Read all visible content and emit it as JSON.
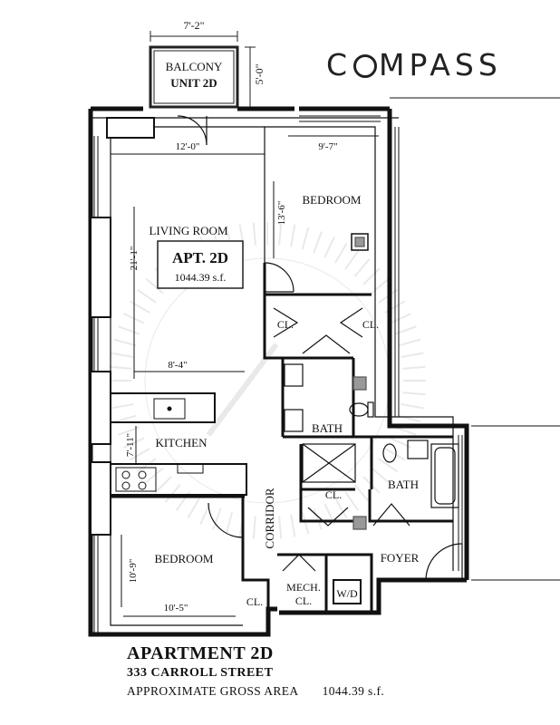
{
  "brand": {
    "logo_text_1": "C",
    "logo_text_2": "MPASS",
    "logo_full": "COMPASS"
  },
  "apartment_box": {
    "name": "APT. 2D",
    "area": "1044.39 s.f."
  },
  "balcony": {
    "line1": "BALCONY",
    "line2": "UNIT 2D",
    "width_dim": "7'-2\"",
    "depth_dim": "5'-0\""
  },
  "rooms": {
    "living_room": "LIVING ROOM",
    "bedroom_top": "BEDROOM",
    "kitchen": "KITCHEN",
    "bedroom_bottom": "BEDROOM",
    "bath_1": "BATH",
    "bath_2": "BATH",
    "corridor": "CORRIDOR",
    "foyer": "FOYER",
    "closet_1": "CL.",
    "closet_2": "CL.",
    "closet_3": "CL.",
    "closet_4": "CL.",
    "mech_line1": "MECH.",
    "mech_line2": "CL.",
    "washer_dryer": "W/D"
  },
  "dimensions": {
    "living_width": "12'-0\"",
    "living_depth": "21'-1\"",
    "bedroom_top_width": "9'-7\"",
    "bedroom_top_depth": "13'-6\"",
    "kitchen_width": "8'-4\"",
    "kitchen_depth": "7'-11\"",
    "bedroom_bottom_width": "10'-5\"",
    "bedroom_bottom_depth": "10'-9\""
  },
  "footer": {
    "title": "APARTMENT 2D",
    "street": "333 CARROLL STREET",
    "gross_label": "APPROXIMATE GROSS AREA",
    "gross_value": "1044.39 s.f."
  }
}
